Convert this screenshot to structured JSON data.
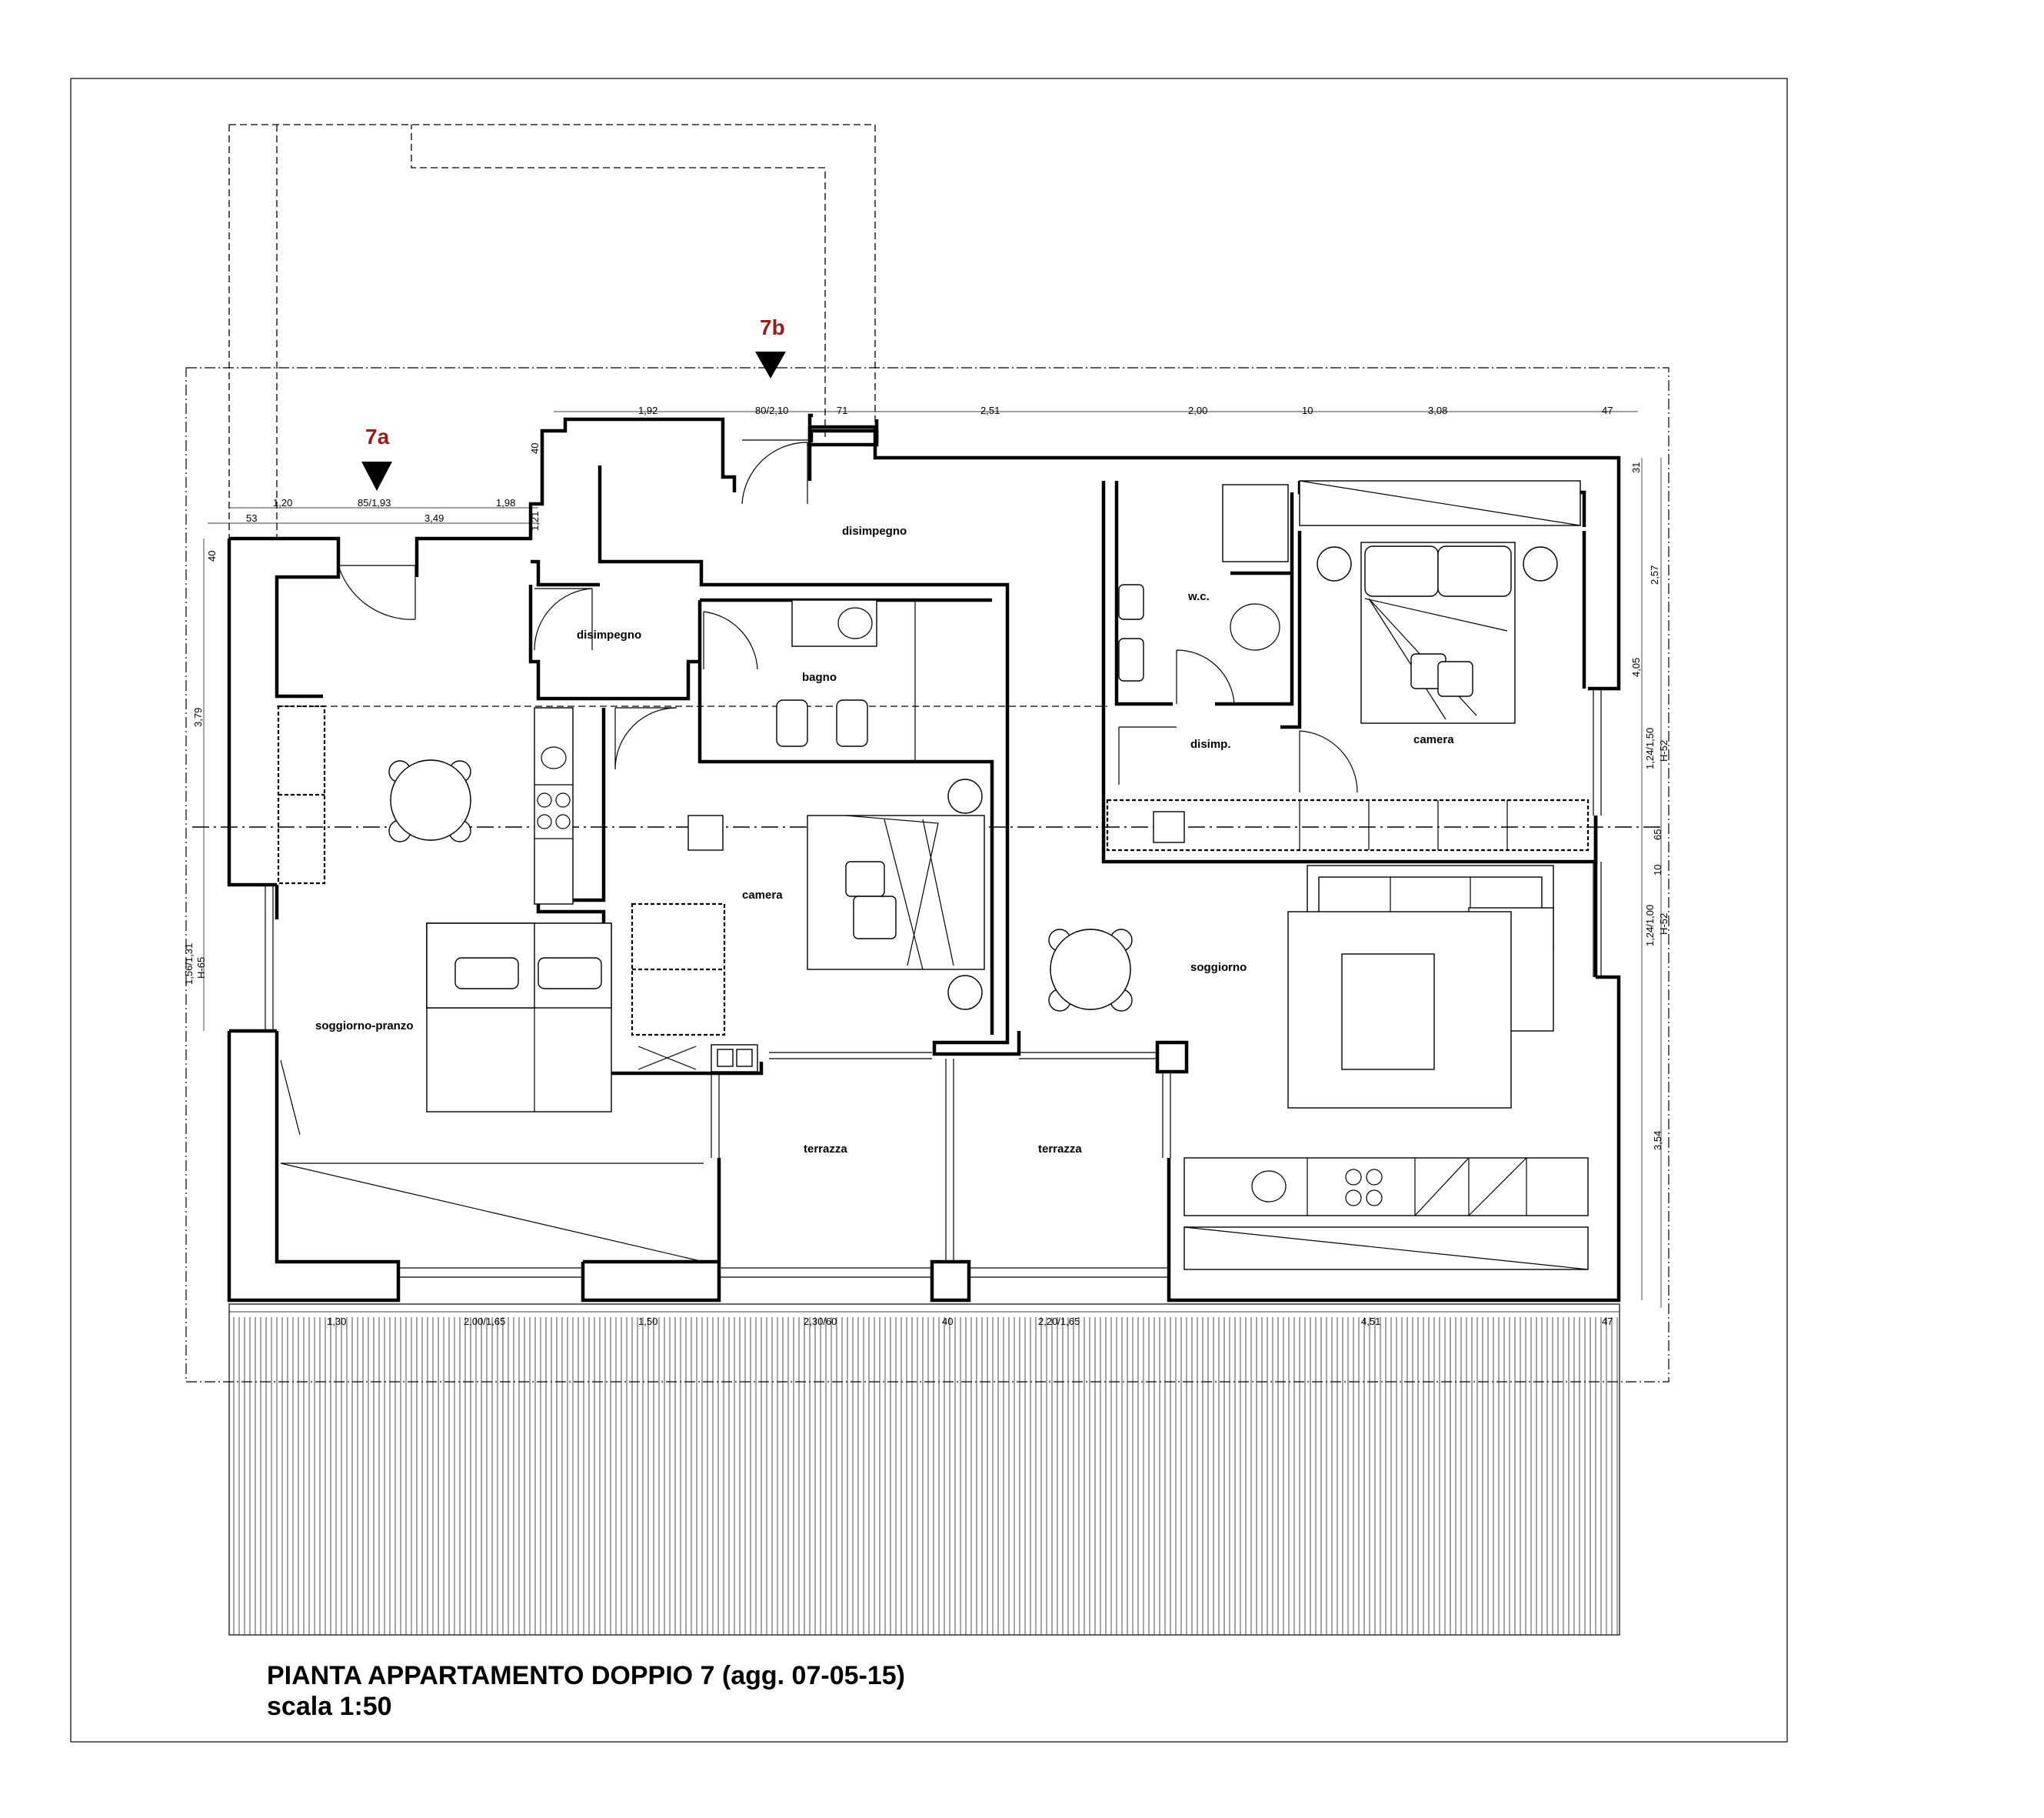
{
  "drawing": {
    "title": "PIANTA APPARTAMENTO DOPPIO 7 (agg. 07-05-15)",
    "scale": "scala 1:50"
  },
  "section_marks": {
    "a": "7a",
    "b": "7b"
  },
  "rooms": {
    "disimpegno_top": "disimpegno",
    "disimpegno_left": "disimpegno",
    "bagno": "bagno",
    "wc": "w.c.",
    "disimp": "disimp.",
    "camera_right": "camera",
    "camera_center": "camera",
    "soggiorno_pranzo": "soggiorno-pranzo",
    "soggiorno": "soggiorno",
    "terrazza_left": "terrazza",
    "terrazza_right": "terrazza"
  },
  "dimensions": {
    "top": [
      "1,92",
      "80/2,10",
      "71",
      "2,51",
      "2,00",
      "10",
      "3,08",
      "47"
    ],
    "upper_left": [
      "1,20",
      "85/1,93",
      "1,98",
      "53",
      "3,49",
      "40",
      "1,21"
    ],
    "left": [
      "40",
      "3,79",
      "1,56/1,31",
      "H-65"
    ],
    "right": [
      "31",
      "2,57",
      "4,05",
      "1,24/1,50",
      "H-52",
      "65",
      "10",
      "1,24/1,00",
      "H-52",
      "3,54"
    ],
    "bottom": [
      "1,30",
      "2,00/1,65",
      "1,50",
      "2,30/60",
      "40",
      "2,20/1,65",
      "4,51",
      "47"
    ]
  }
}
